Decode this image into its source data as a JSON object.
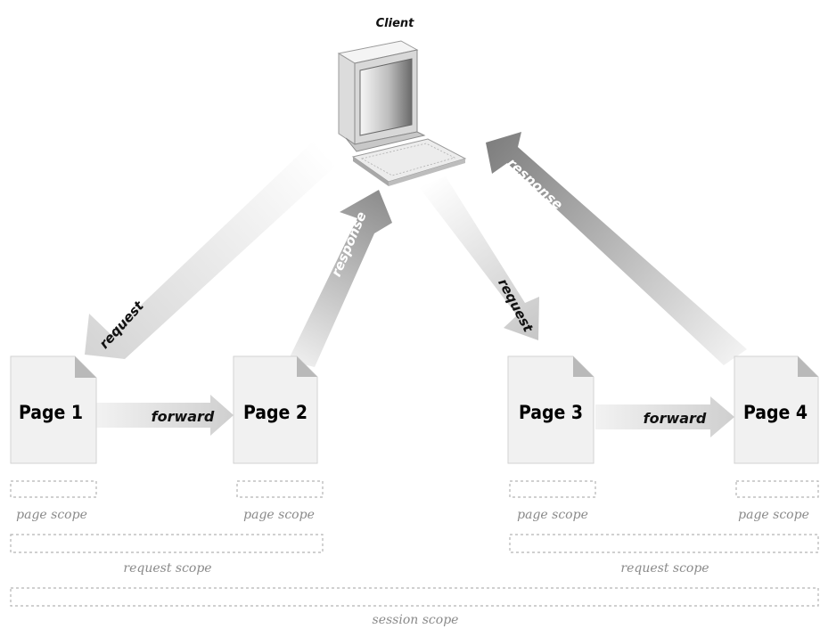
{
  "client": {
    "label": "Client",
    "icon": "desktop-computer-icon"
  },
  "pages": [
    {
      "label": "Page 1"
    },
    {
      "label": "Page 2"
    },
    {
      "label": "Page 3"
    },
    {
      "label": "Page 4"
    }
  ],
  "arrows": {
    "request_left": "request",
    "response_left": "response",
    "request_right": "request",
    "response_right": "response",
    "forward_left": "forward",
    "forward_right": "forward"
  },
  "scopes": {
    "page1": "page scope",
    "page2": "page scope",
    "page3": "page scope",
    "page4": "page scope",
    "request_left": "request scope",
    "request_right": "request scope",
    "session": "session scope"
  },
  "colors": {
    "arrow_light": "#e2e2e2",
    "arrow_dark": "#8e8e8e",
    "page_fill": "#f1f1f1",
    "page_fold": "#b9b9b9",
    "scope_text": "#8a8a8a"
  }
}
